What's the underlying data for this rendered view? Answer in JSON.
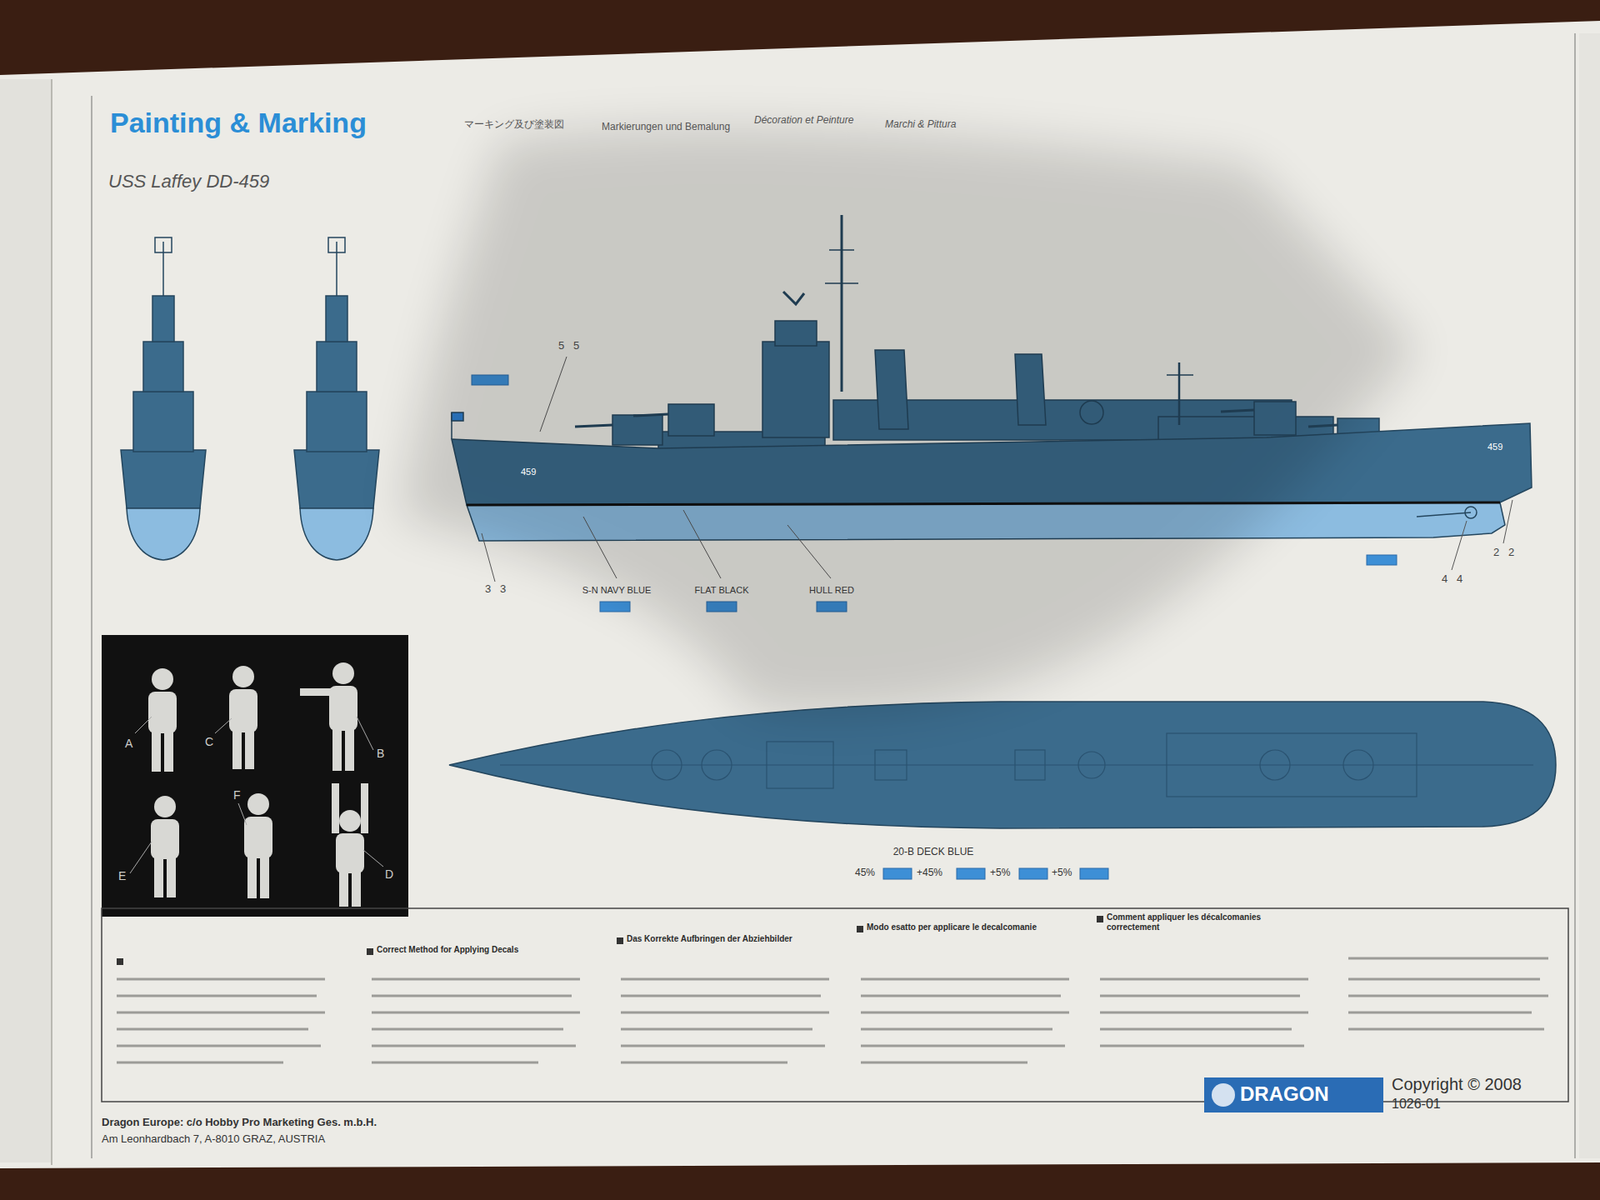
{
  "diagram": {
    "title": "Painting & Marking",
    "labels": [
      "マーキング及び塗装図",
      "Markierungen und Bemalung",
      "Décoration et Peinture",
      "Marchi & Pittura",
      "USS Laffey DD-459",
      "5",
      "5",
      "3",
      "3",
      "4",
      "4",
      "2",
      "2",
      "459",
      "459",
      "S-N NAVY BLUE",
      "FLAT BLACK",
      "HULL RED",
      "20-B DECK BLUE",
      "45%",
      "+45%",
      "+5%",
      "+5%",
      "A",
      "C",
      "B",
      "E",
      "F",
      "D",
      "Correct Method for Applying Decals",
      "Das Korrekte Aufbringen der Abziehbilder",
      "Modo esatto per applicare le decalcomanie",
      "Comment appliquer les décalcomanies correctement",
      "DRAGON",
      "Copyright © 2008",
      "1026-01",
      "Dragon Europe: c/o Hobby Pro Marketing Ges. m.b.H.",
      "Am Leonhardbach 7, A-8010 GRAZ, AUSTRIA"
    ]
  }
}
